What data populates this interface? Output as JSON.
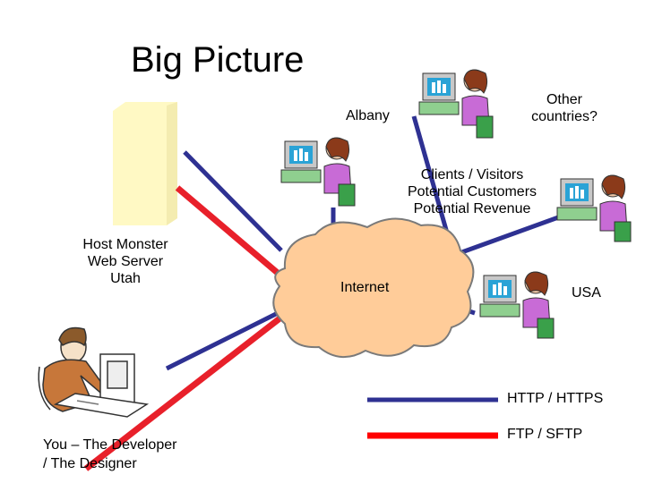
{
  "title": "Big Picture",
  "labels": {
    "albany": "Albany",
    "other_countries": [
      "Other",
      "countries?"
    ],
    "clients": [
      "Clients / Visitors",
      "Potential Customers",
      "Potential Revenue"
    ],
    "host": [
      "Host Monster",
      "Web Server",
      "Utah"
    ],
    "internet": "Internet",
    "usa": "USA",
    "developer": [
      "You – The Developer",
      "/ The Designer"
    ]
  },
  "legend": [
    {
      "label": "HTTP / HTTPS",
      "color": "#2e3192"
    },
    {
      "label": "FTP / SFTP",
      "color": "#ff0000"
    }
  ],
  "colors": {
    "http_line": "#2e3192",
    "ftp_line": "#e8202a",
    "cloud_fill": "#ffcc99",
    "server_fill": "#fff9c4"
  },
  "icons": [
    "server-icon",
    "cloud-icon",
    "user-computer-icon",
    "developer-icon"
  ]
}
